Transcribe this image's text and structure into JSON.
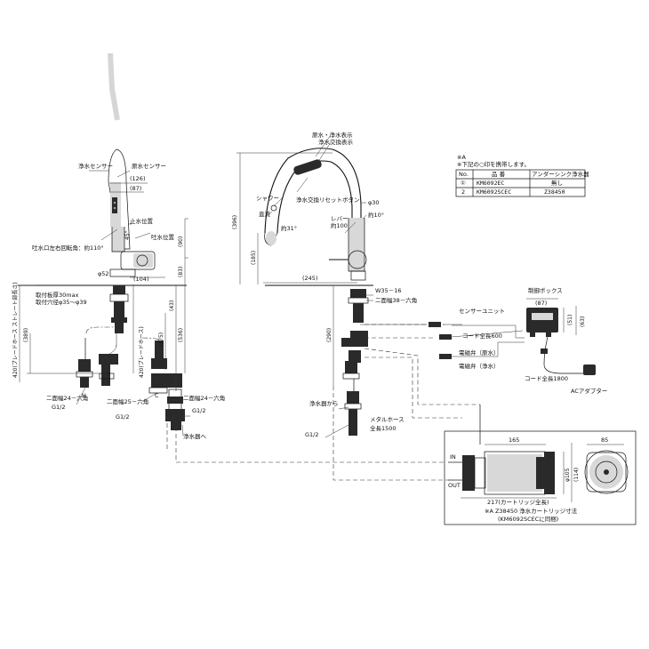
{
  "left": {
    "sensor_pure": "浄水センサー",
    "sensor_raw": "原水センサー",
    "dim_126": "(126)",
    "dim_87": "(87)",
    "stop_pos": "止水位置",
    "angle_45": "45°",
    "spout_pos": "吐水位置",
    "rotation": "吐水口左右回転角：約110°",
    "dim_90": "(90)",
    "dia_52": "φ52",
    "dim_104": "(104)",
    "dim_83": "(83)",
    "dim_43": "(43)",
    "dim_375": "(375)",
    "dim_536": "(536)",
    "dim_389": "(389)",
    "hose_range1": "取付板厚30max",
    "hose_range2": "取付穴径φ35～φ39",
    "braided_hose_h": "420(ブレードホース ストレート部長さ)",
    "braided_hose_c": "420(ブレードホース)",
    "h_label": "H",
    "c_label": "C",
    "hex_24_left": "二面幅24－六角",
    "g12_left": "G1/2",
    "hex_25": "二面幅25－六角",
    "g12_c": "G1/2",
    "hex_24_right": "二面幅24－六角",
    "g12_r": "G1/2",
    "to_filter": "浄水器へ"
  },
  "center": {
    "raw_pure_display": "原水・浄水表示",
    "pure_exchange_display": "浄水交換表示",
    "dim_396": "(396)",
    "shower": "シャワー",
    "straight": "直流",
    "reset_btn": "浄水交換リセットボタン",
    "dia_30": "φ30",
    "angle_10": "約10°",
    "lever": "レバー",
    "approx_100": "約100",
    "dim_185": "(185)",
    "angle_31": "約31°",
    "dim_245": "(245)",
    "w35": "W35－16",
    "hex_38": "二面幅38－六角",
    "dim_290": "(290)",
    "from_filter": "浄水器から",
    "g12": "G1/2",
    "metal_hose": "メタルホース",
    "total_length": "全長1500"
  },
  "right": {
    "note_a": "※A",
    "note_line": "※下記の○印を携帯します。",
    "table": {
      "headers": [
        "No.",
        "品 番",
        "アンダーシンク浄水器"
      ],
      "rows": [
        [
          "①",
          "KM6092EC",
          "無し"
        ],
        [
          "2",
          "KM6092SCEC",
          "Z38450"
        ]
      ]
    },
    "control_box": "制御ボックス",
    "dim_87": "(87)",
    "dim_51": "(51)",
    "dim_63": "(63)",
    "sensor_unit": "センサーユニット",
    "cord_600": "コード全長600",
    "valve_raw": "電磁弁（原水）",
    "valve_pure": "電磁弁（浄水）",
    "cord_1800": "コード全長1800",
    "ac_adapter": "ACアダプター"
  },
  "cartridge": {
    "dim_165": "165",
    "dim_85": "85",
    "in_label": "IN",
    "out_label": "OUT",
    "dia_114": "(114)",
    "dia_105": "φ105",
    "dim_217": "217(カートリッジ全長)",
    "caption1": "※A  Z38450  浄水カートリッジ寸法",
    "caption2": "(KM6092SCECに同梱)"
  }
}
